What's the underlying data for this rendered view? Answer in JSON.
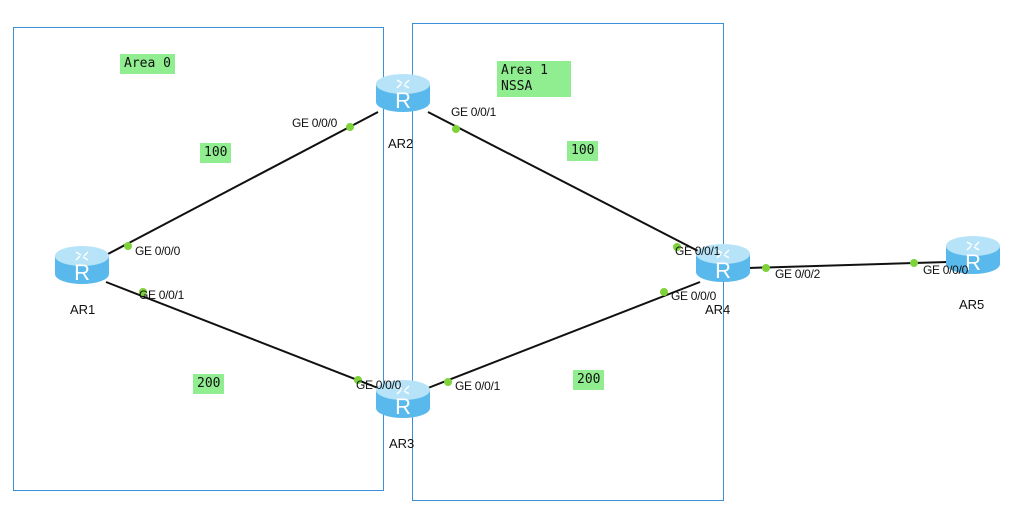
{
  "areas": [
    {
      "label": "Area 0"
    },
    {
      "label": "Area 1\nNSSA"
    }
  ],
  "costs": [
    "100",
    "100",
    "200",
    "200"
  ],
  "routers": [
    {
      "name": "AR1"
    },
    {
      "name": "AR2"
    },
    {
      "name": "AR3"
    },
    {
      "name": "AR4"
    },
    {
      "name": "AR5"
    }
  ],
  "ports": {
    "ar1_g0": "GE 0/0/0",
    "ar1_g1": "GE 0/0/1",
    "ar2_g0": "GE 0/0/0",
    "ar2_g1": "GE 0/0/1",
    "ar3_g0": "GE 0/0/0",
    "ar3_g1": "GE 0/0/1",
    "ar4_g1": "GE 0/0/1",
    "ar4_g0": "GE 0/0/0",
    "ar4_g2": "GE 0/0/2",
    "ar5_g0": "GE 0/0/0"
  },
  "colors": {
    "area_border": "#3a8fd6",
    "label_bg": "#90ee90",
    "port_dot": "#7ed23a",
    "link": "#111111"
  }
}
